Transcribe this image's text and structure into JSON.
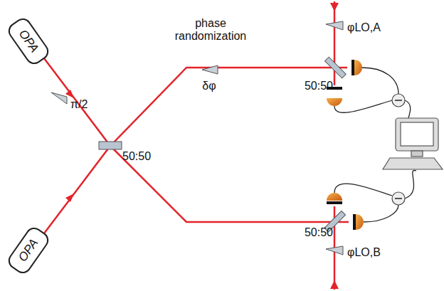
{
  "diagram": {
    "nodes": [
      {
        "text": [
          "OPA"
        ]
      },
      {
        "text": [
          "OPA"
        ]
      }
    ],
    "labels": [
      "π/2",
      "50:50",
      "phase randomization",
      "δφ",
      "φLO,A",
      "50:50",
      "50:50",
      "φLO,B"
    ]
  }
}
